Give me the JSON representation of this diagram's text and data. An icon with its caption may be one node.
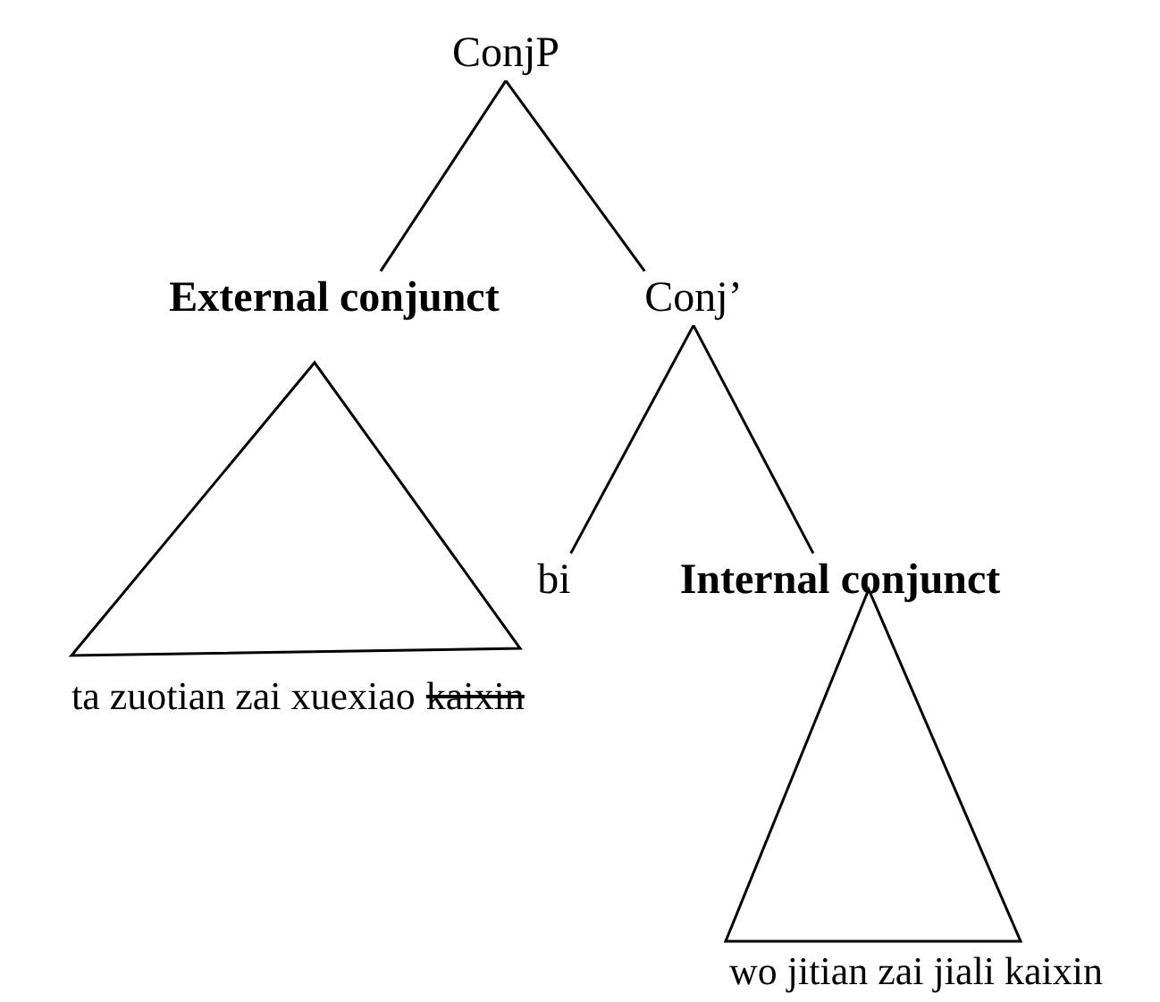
{
  "diagram": {
    "nodes": [
      {
        "text": [
          "ConjP"
        ]
      },
      {
        "text": [
          "External conjunct"
        ]
      },
      {
        "text": [
          "Conj’"
        ]
      },
      {
        "text": [],
        "shape": "triangle",
        "beside": [
          "ta zuotian zai xuexiao",
          "kaixin"
        ]
      },
      {
        "text": [
          "bi"
        ]
      },
      {
        "text": [
          "Internal conjunct"
        ]
      },
      {
        "text": [],
        "shape": "triangle",
        "beside": [
          "wo jitian zai jiali kaixin"
        ]
      }
    ],
    "edges": [
      {
        "from": 0,
        "to": 1,
        "arrow": "none"
      },
      {
        "from": 0,
        "to": 2,
        "arrow": "none"
      },
      {
        "from": 2,
        "to": 4,
        "arrow": "none"
      },
      {
        "from": 2,
        "to": 5,
        "arrow": "none"
      }
    ]
  }
}
